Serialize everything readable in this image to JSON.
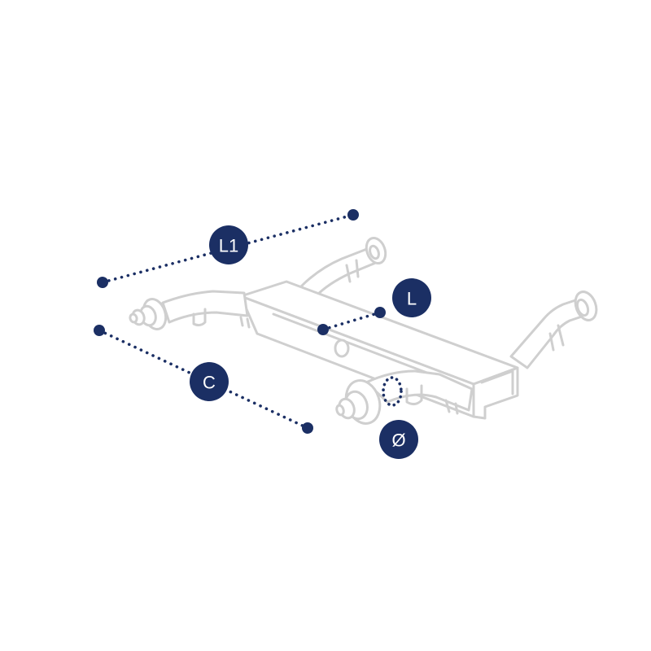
{
  "diagram": {
    "labels": {
      "overall_length": "L1",
      "length": "L",
      "track": "C",
      "diameter": "Ø"
    },
    "colors": {
      "accent": "#1b2f64",
      "outline": "#cfcfcf",
      "background": "#ffffff"
    }
  }
}
